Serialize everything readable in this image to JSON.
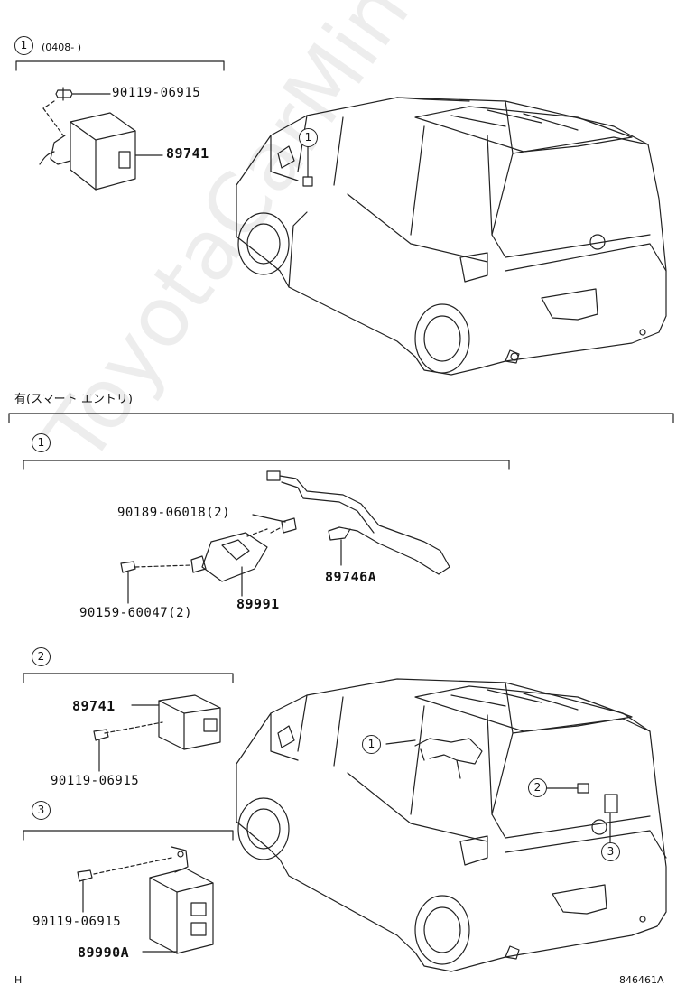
{
  "sections": {
    "s1_top": {
      "callout": "1",
      "note": "(0408-  )"
    },
    "s_smart": {
      "header": "有(スマート エントリ)"
    },
    "s1_smart": {
      "callout": "1"
    },
    "s2": {
      "callout": "2"
    },
    "s3": {
      "callout": "3"
    }
  },
  "parts": {
    "p_90119_top": "90119-06915",
    "p_89741_top": "89741",
    "p_90189": "90189-06018(2)",
    "p_89746A": "89746A",
    "p_89991": "89991",
    "p_90159": "90159-60047(2)",
    "p_89741_s2": "89741",
    "p_90119_s2": "90119-06915",
    "p_90119_s3": "90119-06915",
    "p_89990A": "89990A"
  },
  "vehicle_callouts": {
    "top_car": "1",
    "bottom_car_1": "1",
    "bottom_car_2": "2",
    "bottom_car_3": "3"
  },
  "footer": {
    "left": "H",
    "right": "846461A"
  },
  "watermark": "ToyotaCarMine.ru"
}
